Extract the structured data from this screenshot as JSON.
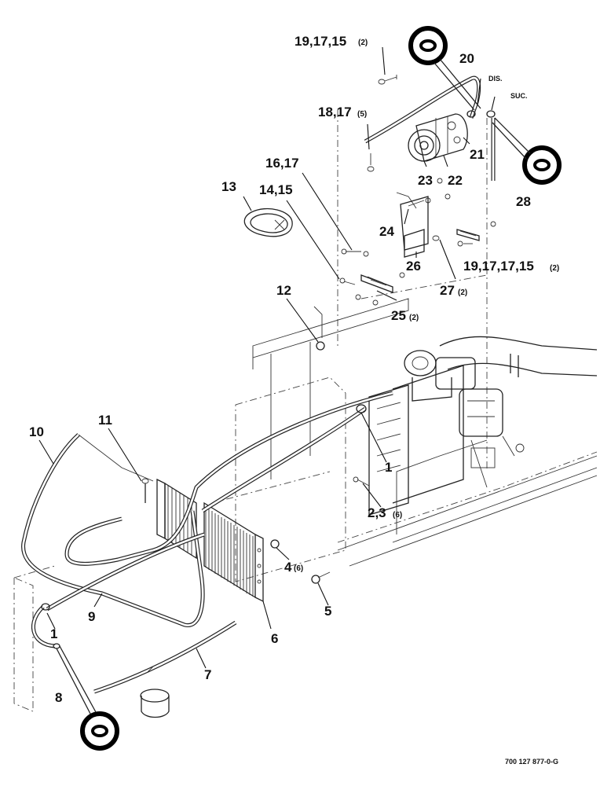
{
  "drawing_number": "700 127 877-0-G",
  "callouts": {
    "c_19_17_15_top": {
      "text": "19,17,15",
      "qty": "(2)"
    },
    "c_20": {
      "text": "20"
    },
    "c_dis": {
      "text": "DIS."
    },
    "c_suc": {
      "text": "SUC."
    },
    "c_18_17": {
      "text": "18,17",
      "qty": "(5)"
    },
    "c_21": {
      "text": "21"
    },
    "c_22": {
      "text": "22"
    },
    "c_23": {
      "text": "23"
    },
    "c_28": {
      "text": "28"
    },
    "c_16_17": {
      "text": "16,17"
    },
    "c_13": {
      "text": "13"
    },
    "c_14_15": {
      "text": "14,15"
    },
    "c_24": {
      "text": "24"
    },
    "c_26": {
      "text": "26"
    },
    "c_19_17_17_15": {
      "text": "19,17,17,15",
      "qty": "(2)"
    },
    "c_27": {
      "text": "27",
      "qty": "(2)"
    },
    "c_25": {
      "text": "25",
      "qty": "(2)"
    },
    "c_12": {
      "text": "12"
    },
    "c_10": {
      "text": "10"
    },
    "c_11": {
      "text": "11"
    },
    "c_1_upper": {
      "text": "1"
    },
    "c_2_3": {
      "text": "2,3",
      "qty": "(6)"
    },
    "c_4": {
      "text": "4",
      "qty": "(6)"
    },
    "c_5": {
      "text": "5"
    },
    "c_9": {
      "text": "9"
    },
    "c_1_lower": {
      "text": "1"
    },
    "c_6": {
      "text": "6"
    },
    "c_7": {
      "text": "7"
    },
    "c_8": {
      "text": "8"
    }
  }
}
